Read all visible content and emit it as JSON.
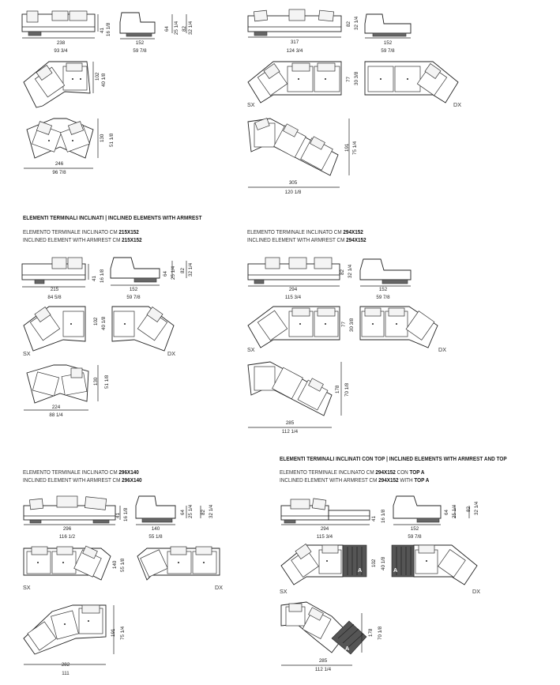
{
  "sections": {
    "armrest": {
      "title": "ELEMENTI TERMINALI INCLINATI | INCLINED ELEMENTS WITH ARMREST"
    },
    "armrest_top": {
      "title": "ELEMENTI TERMINALI INCLINATI CON TOP | INCLINED ELEMENTS WITH ARMREST AND TOP"
    }
  },
  "blocks": {
    "b215": {
      "it_prefix": "ELEMENTO TERMINALE INCLINATO CM ",
      "it_size": "215X152",
      "en_prefix": "INCLINED ELEMENT WITH ARMREST CM ",
      "en_size": "215X152"
    },
    "b294": {
      "it_prefix": "ELEMENTO TERMINALE INCLINATO CM ",
      "it_size": "294X152",
      "en_prefix": "INCLINED ELEMENT WITH ARMREST CM ",
      "en_size": "294X152"
    },
    "b296": {
      "it_prefix": "ELEMENTO TERMINALE INCLINATO CM ",
      "it_size": "296X140",
      "en_prefix": "INCLINED ELEMENT WITH ARMREST CM ",
      "en_size": "296X140"
    },
    "btop": {
      "it_prefix": "ELEMENTO TERMINALE INCLINATO CM ",
      "it_size": "294X152",
      "it_mid": " CON ",
      "it_top": "TOP A",
      "en_prefix": "INCLINED ELEMENT WITH ARMREST CM ",
      "en_size": "294X152",
      "en_mid": " WITH ",
      "en_top": "TOP A"
    }
  },
  "side_labels": {
    "sx": "SX",
    "dx": "DX",
    "top_mark": "A"
  },
  "dims": {
    "d238": "238",
    "d93": "93 3/4",
    "d41a": "41",
    "d16a": "16 1/8",
    "d152a": "152",
    "d59a": "59 7/8",
    "d64a": "64",
    "d25a": "25 1/4",
    "d82a": "82",
    "d32a": "32 1/4",
    "d102a": "102",
    "d40a": "40 1/8",
    "d130a": "130",
    "d51a": "51 1/8",
    "d246": "246",
    "d96": "96 7/8",
    "d317": "317",
    "d124": "124 3/4",
    "d82b": "82",
    "d32b": "32 1/4",
    "d152b": "152",
    "d59b": "59 7/8",
    "d77a": "77",
    "d30a": "30 3/8",
    "d191a": "191",
    "d75a": "75 1/4",
    "d305": "305",
    "d120": "120 1/8",
    "d215": "215",
    "d84": "84 5/8",
    "d41b": "41",
    "d16b": "16 1/8",
    "d152c": "152",
    "d59c": "59 7/8",
    "d64b": "64",
    "d25b": "25 1/4",
    "d82c": "82",
    "d32c": "32 1/4",
    "d102b": "102",
    "d40b": "40 1/8",
    "d130b": "130",
    "d51b": "51 1/8",
    "d224": "224",
    "d88": "88 1/4",
    "d294a": "294",
    "d115a": "115 3/4",
    "d82d": "82",
    "d32d": "32 1/4",
    "d152d": "152",
    "d59d": "59 7/8",
    "d77b": "77",
    "d30b": "30 3/8",
    "d178a": "178",
    "d70a": "70 1/8",
    "d285a": "285",
    "d112a": "112 1/4",
    "d296": "296",
    "d116": "116 1/2",
    "d41c": "41",
    "d16c": "16 1/8",
    "d140": "140",
    "d55a": "55 1/8",
    "d64c": "64",
    "d25c": "25 1/4",
    "d82e": "82",
    "d32e": "32 1/4",
    "d140b": "140",
    "d55b": "55 1/8",
    "d191b": "191",
    "d75b": "75 1/4",
    "d282": "282",
    "d111": "111",
    "d294b": "294",
    "d115b": "115 3/4",
    "d41d": "41",
    "d16d": "16 1/8",
    "d152e": "152",
    "d59e": "59 7/8",
    "d64d": "64",
    "d25d": "25 1/4",
    "d82f": "82",
    "d32f": "32 1/4",
    "d102c": "102",
    "d40c": "40 1/8",
    "d178b": "178",
    "d70b": "70 1/8",
    "d285b": "285",
    "d112b": "112 1/4"
  }
}
